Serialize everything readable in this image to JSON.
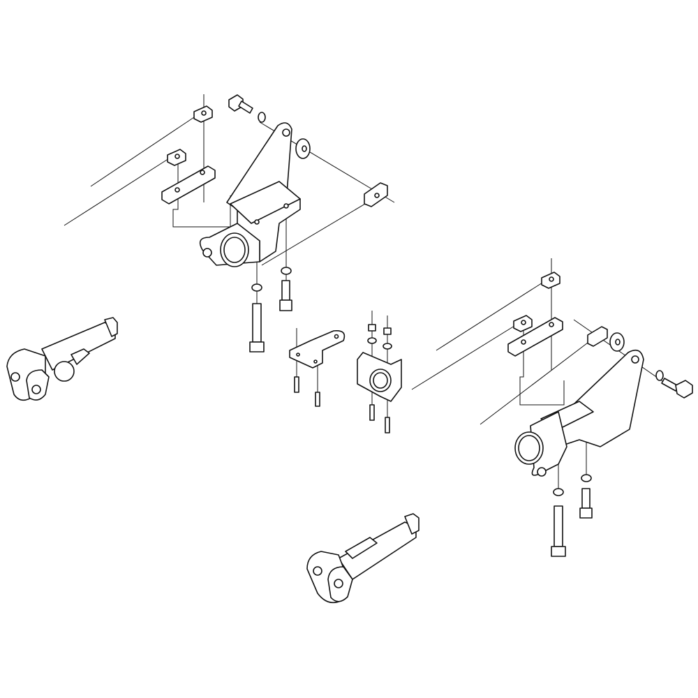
{
  "diagram": {
    "type": "exploded-assembly-line-art",
    "colors": {
      "line": "#111111",
      "background": "#ffffff"
    },
    "parts": [
      "left-mounting-bracket-assembly",
      "right-mounting-bracket-assembly",
      "tow-bar-pin-left",
      "tow-bar-pin-bottom",
      "center-flat-bracket",
      "center-socket-bracket"
    ]
  }
}
